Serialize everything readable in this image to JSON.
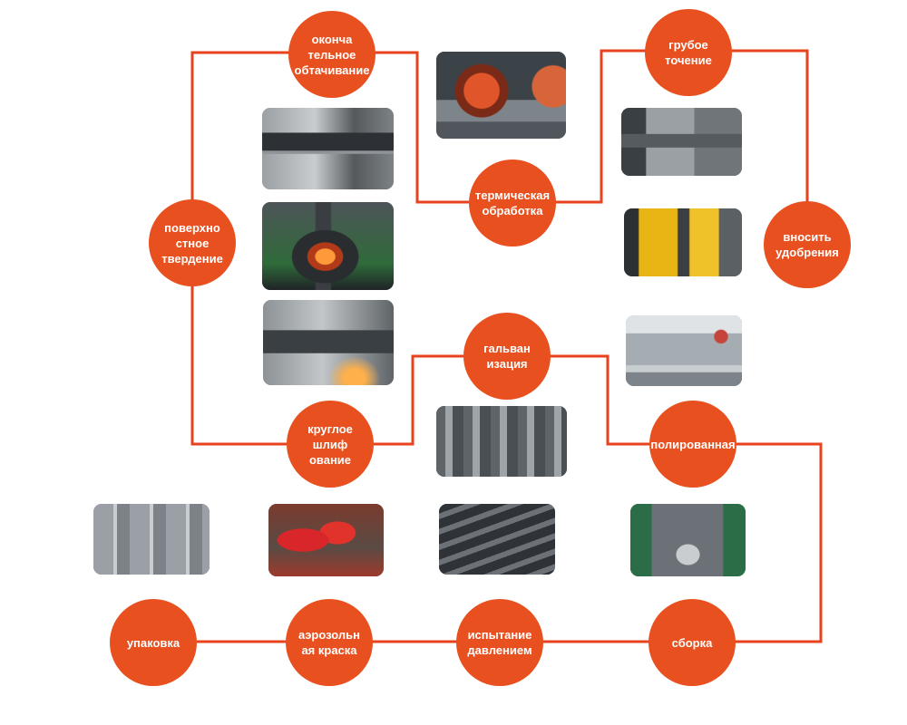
{
  "colors": {
    "accent": "#e8501f",
    "line": "#e8421e",
    "background": "#ffffff"
  },
  "steps": {
    "final_turning": "оконча\nтельное\nобтачивание",
    "heat_treatment": "термическая\nобработка",
    "rough_turning": "грубое\nточение",
    "surface_hardening": "поверхно\nстное\nтвердение",
    "fertilize": "вносить\nудобрения",
    "galvanization": "гальван\nизация",
    "cylindrical_grinding": "круглое\nшлиф\nование",
    "polishing": "полированная",
    "packaging": "упаковка",
    "spray_paint": "аэрозольн\nая краска",
    "pressure_test": "испытание\nдавлением",
    "assembly": "сборка"
  }
}
